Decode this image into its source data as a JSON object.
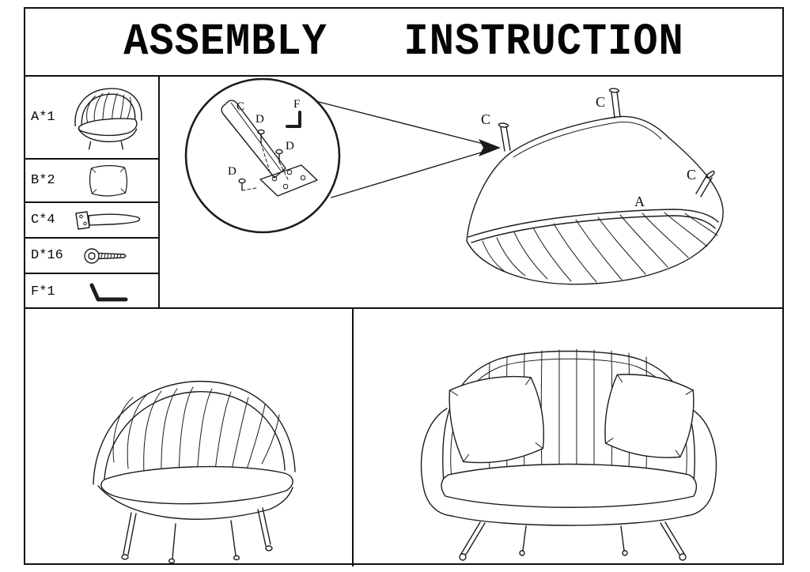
{
  "title": "ASSEMBLY   INSTRUCTION",
  "parts_list": {
    "items": [
      {
        "label": "A*1",
        "icon": "armchair-part-icon"
      },
      {
        "label": "B*2",
        "icon": "pillow-part-icon"
      },
      {
        "label": "C*4",
        "icon": "leg-part-icon"
      },
      {
        "label": "D*16",
        "icon": "bolt-part-icon"
      },
      {
        "label": "F*1",
        "icon": "allen-key-part-icon"
      }
    ]
  },
  "step_diagram": {
    "zoom_labels": {
      "leg": "C",
      "bolt": "D",
      "allen_key": "F"
    },
    "sofa_labels": {
      "leg": "C",
      "body": "A"
    }
  },
  "colors": {
    "line": "#1c1c1c",
    "paper": "#ffffff"
  }
}
